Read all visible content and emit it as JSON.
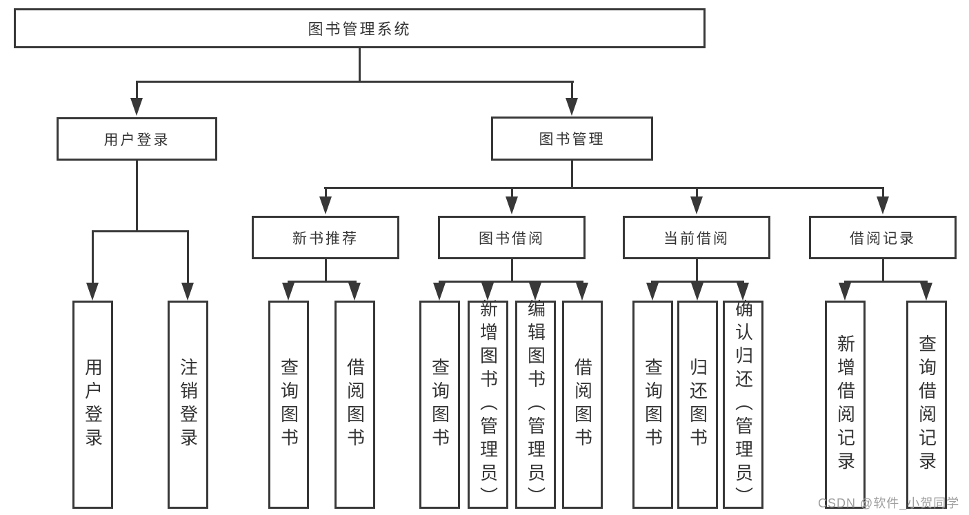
{
  "diagram": {
    "root": {
      "label": "图书管理系统"
    },
    "level2": [
      {
        "label": "用户登录"
      },
      {
        "label": "图书管理"
      }
    ],
    "level3": [
      {
        "label": "新书推荐"
      },
      {
        "label": "图书借阅"
      },
      {
        "label": "当前借阅"
      },
      {
        "label": "借阅记录"
      }
    ],
    "leaves": {
      "login": [
        {
          "label": "用户登录"
        },
        {
          "label": "注销登录"
        }
      ],
      "recommend": [
        {
          "label": "查询图书"
        },
        {
          "label": "借阅图书"
        }
      ],
      "borrow": [
        {
          "label": "查询图书"
        },
        {
          "label": "新增图书（管理员）"
        },
        {
          "label": "编辑图书（管理员）"
        },
        {
          "label": "借阅图书"
        }
      ],
      "current": [
        {
          "label": "查询图书"
        },
        {
          "label": "归还图书"
        },
        {
          "label": "确认归还（管理员）"
        }
      ],
      "records": [
        {
          "label": "新增借阅记录"
        },
        {
          "label": "查询借阅记录"
        }
      ]
    }
  },
  "watermark": {
    "text": "CSDN @软件_小贺同学"
  },
  "colors": {
    "line": "#383838",
    "text": "#333333",
    "watermark": "#9e9e9e",
    "background": "#ffffff"
  }
}
